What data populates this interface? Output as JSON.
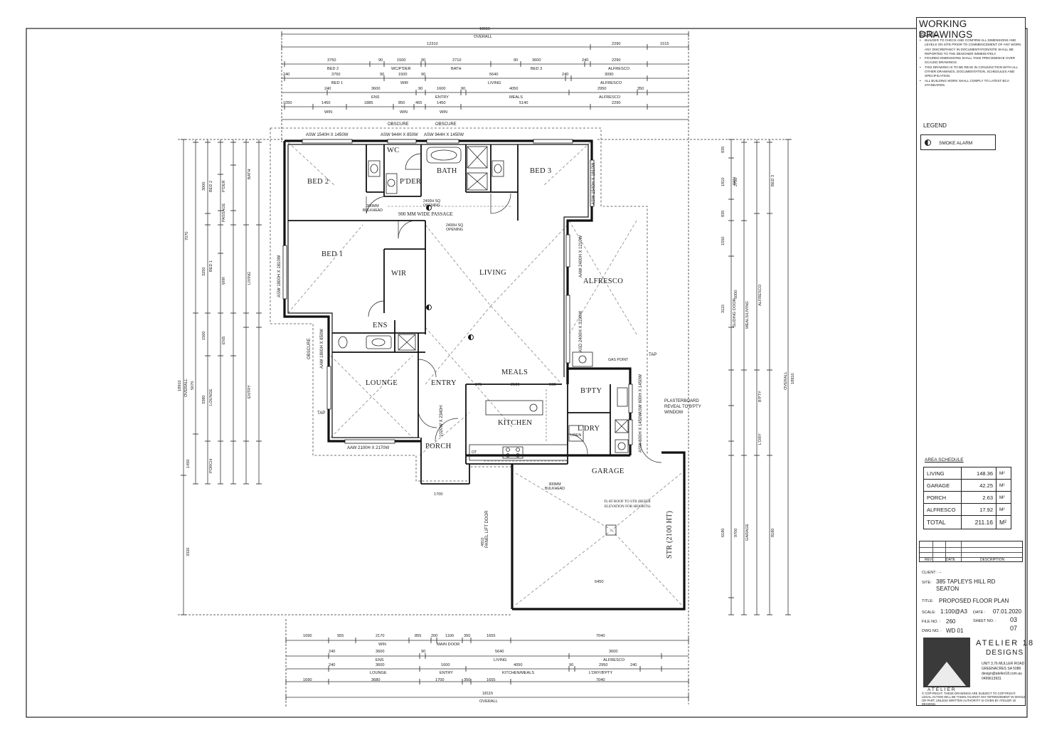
{
  "title_block": {
    "heading": "WORKING DRAWINGS",
    "notes_heading": "NOTES :",
    "notes": [
      "BUILDER TO CHECK AND CONFIRM ALL DIMENSIONS AND LEVELS ON SITE PRIOR TO COMMENCEMENT OF ANY WORK. ANY DISCREPANCY IN DOCUMENTATION/SITE SHALL BE REPORTED TO THE DESIGNER IMMEDIATELY.",
      "FIGURED DIMENSIONS SHALL TAKE PRECEDENCE OVER SCALED DRAWINGS.",
      "THIS DRAWING IS TO BE READ IN CONJUNCTION WITH ALL OTHER DRAWINGS, DOCUMENTATION, SCHEDULES AND SPECIFICATION.",
      "ALL BUILDING WORK SHALL COMPLY TO LATEST BCA STANDARDS."
    ],
    "legend_heading": "LEGEND",
    "legend_item": "SMOKE ALARM",
    "area_heading": "AREA SCHEDULE",
    "areas": [
      {
        "name": "LIVING",
        "value": "148.36",
        "unit": "M²"
      },
      {
        "name": "GARAGE",
        "value": "42.25",
        "unit": "M²"
      },
      {
        "name": "PORCH",
        "value": "2.63",
        "unit": "M²"
      },
      {
        "name": "ALFRESCO",
        "value": "17.92",
        "unit": "M²"
      }
    ],
    "total": {
      "name": "TOTAL",
      "value": "211.16",
      "unit": "M²"
    },
    "rev_headers": {
      "rev": "REV",
      "date": "DATE",
      "description": "DESCRIPTION"
    },
    "client_label": "CLIENT :",
    "client_value": "--",
    "site_label": "SITE:",
    "site_line1": "385 TAPLEYS HILL RD",
    "site_line2": "SEATON",
    "title_label": "TITLE:",
    "title_value": "PROPOSED FLOOR PLAN",
    "scale_label": "SCALE:",
    "scale_value": "1:100@A3",
    "date_label": "DATE :",
    "date_value": "07.01.2020",
    "file_label": "FILE NO. :",
    "file_value": "260",
    "sheet_label": "SHEET NO. :",
    "sheet_no": "03",
    "sheet_total": "07",
    "dwg_label": "DWG NO. :",
    "dwg_value": "WD 01",
    "firm_line1": "ATELIER 18",
    "firm_line2": "DESIGNS",
    "firm_addr": [
      "UNIT 3,76 MULLER ROAD",
      "GREENACRES SA 5086",
      "design@atelier18.com.au",
      "0499613931"
    ],
    "logo_word": "ATELIER",
    "copyright": "© COPYRIGHT. THESE DRAWINGS ARE SUBJECT TO COPYRIGHT. LEGAL ACTION WILL BE TAKEN AGAINST ANY INFRINGEMENT IN WHOLE OR PART, UNLESS WRITTEN AUTHORITY IS GIVEN BY ATELIER 18 DESIGNS."
  },
  "rooms": {
    "bed2": "BED 2",
    "wc": "WC",
    "bath": "BATH",
    "bed3": "BED 3",
    "pder": "P'DER",
    "bed1": "BED 1",
    "wir": "WIR",
    "living": "LIVING",
    "alfresco": "ALFRESCO",
    "ens": "ENS",
    "lounge": "LOUNGE",
    "entry": "ENTRY",
    "meals": "MEALS",
    "bpty": "B'PTY",
    "kitchen": "KITCHEN",
    "ldry": "L'DRY",
    "porch": "PORCH",
    "garage": "GARAGE",
    "str": "STR (2100 HT)"
  },
  "notes_plan": {
    "passage": "900 MM WIDE PASSAGE",
    "opening1": "2400H SQ OPENING",
    "opening2": "2400H SQ OPENING",
    "bulkhead1": "300MM BULKHEAD",
    "bulkhead2": "300MM BULKHEAD",
    "plasterboard": "PLASTERBOARD REVEAL TO B'PTY WINDOW",
    "flat_roof": "FLAT ROOF TO STR (REFER ELEVATION FOR HEIGHTS)",
    "gas_point": "GAS POINT",
    "tap": "TAP",
    "obscure": "OBSCURE",
    "panel_lift": "PANEL LIFT DOOR",
    "main_door": "MAIN DOOR",
    "linen": "LINEN",
    "ot": "OT"
  },
  "windows": {
    "top1": "ASW 1540H X 1450W",
    "top2": "ASW 944H X 850W",
    "top3": "ASW 944H X 1450W",
    "obscure1": "OBSCURE",
    "obscure2": "OBSCURE",
    "bed3_side": "ASW 1540H X 1810W",
    "bed1_side": "ASW 1800H X 1810W",
    "alfresco_top": "AAW 2400H X 1210W",
    "alfresco_slide": "ASD 2400H X 3190W",
    "ens_side": "AAW 1800H X 850W",
    "lounge_bottom": "AAW 2100H X 2170W",
    "bpty": "ASW 600H X 1450W",
    "ldry": "ASW 600H X 1450W",
    "entry_door": "1020W X 2340H"
  },
  "dims": {
    "overall": "OVERALL",
    "top_overall": "18115",
    "top_row2": [
      "12310",
      "2290",
      "1515"
    ],
    "top_row3": [
      "3750",
      "90",
      "1500",
      "90",
      "2710",
      "90",
      "3600",
      "240",
      "2290"
    ],
    "top_row3_labels": [
      "BED 2",
      "WC/P'DER",
      "BATH",
      "BED 3",
      "ALFRESCO"
    ],
    "top_row4": [
      "240",
      "3750",
      "90",
      "1500",
      "90",
      "5640",
      "240",
      "3090"
    ],
    "top_row4_labels": [
      "BED 1",
      "WIR",
      "LIVING",
      "ALFRESCO"
    ],
    "top_row5": [
      "240",
      "3600",
      "90",
      "1600",
      "90",
      "4050",
      "2950",
      "350"
    ],
    "top_row5_labels": [
      "ENS",
      "ENTRY",
      "MEALS",
      "ALFRESCO"
    ],
    "top_row6": [
      "1050",
      "1450",
      "1885",
      "850",
      "465",
      "1450",
      "5140",
      "2290"
    ],
    "top_row6_labels": [
      "WIN",
      "WIN",
      "WIN"
    ],
    "bottom_row1": [
      "1690",
      "955",
      "2170",
      "855",
      "200",
      "1100",
      "350",
      "1655",
      "7040"
    ],
    "bottom_row1_labels": [
      "WIN",
      "MAIN DOOR"
    ],
    "bottom_row2": [
      "240",
      "3600",
      "90",
      "5640",
      "3600"
    ],
    "bottom_row2_labels": [
      "ENS",
      "LIVING",
      "ALFRESCO"
    ],
    "bottom_row3": [
      "240",
      "3600",
      "1600",
      "4050",
      "90",
      "2950",
      "240"
    ],
    "bottom_row3_labels": [
      "LOUNGE",
      "ENTRY",
      "KITCHEN/MEALS",
      "L'DRY/B'PTY"
    ],
    "bottom_row4": [
      "1690",
      "3680",
      "1700",
      "350",
      "1655",
      "7040"
    ],
    "bottom_overall": "18115",
    "left_overall": "18910",
    "left_vals": [
      "7070",
      "5070",
      "3380",
      "1450",
      "3320",
      "3000",
      "3250",
      "1500"
    ],
    "left_labels": [
      "BED 2",
      "P'DER",
      "PASSAGE",
      "BED 1",
      "WIR",
      "ENS",
      "LOUNGE",
      "PORCH",
      "BATH",
      "LIVING",
      "ENTRY"
    ],
    "right_overall": "18910",
    "right_vals": [
      "835",
      "1810",
      "835",
      "1550",
      "3115",
      "5000",
      "2750",
      "6180",
      "9700",
      "8180"
    ],
    "right_labels": [
      "WIN",
      "BED 3",
      "SLIDING DOOR",
      "MEALS/LIVING",
      "ALFRESCO",
      "B'PTY",
      "L'DRY",
      "GARAGE"
    ],
    "porch_width": "1700",
    "garage_width": "6450",
    "garage_depth": "4810",
    "kitchen_dims": [
      "975",
      "2100",
      "593"
    ]
  }
}
